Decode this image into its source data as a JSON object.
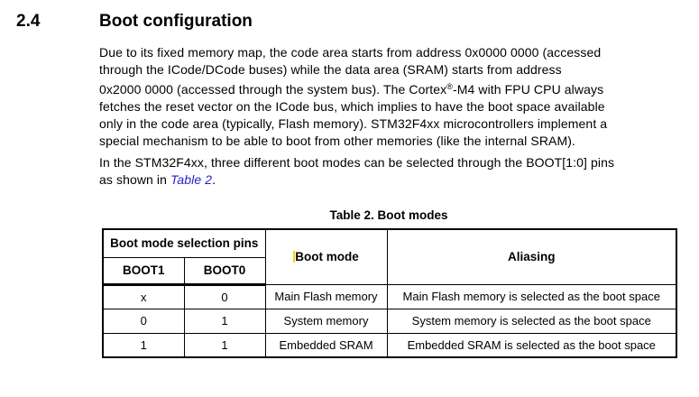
{
  "section": {
    "number": "2.4",
    "title": "Boot configuration"
  },
  "para1": {
    "line1": "Due to its fixed memory map, the code area starts from address 0x0000 0000 (accessed",
    "line2": "through the ICode/DCode buses) while the data area (SRAM) starts from address",
    "line3a": "0x2000 0000 (accessed through the system bus). The Cortex",
    "line3sup": "®",
    "line3b": "-M4 with FPU CPU always",
    "line4": "fetches the reset vector on the ICode bus, which implies to have the boot space available",
    "line5": "only in the code area (typically, Flash memory). STM32F4xx microcontrollers implement a",
    "line6": "special mechanism to be able to boot from other memories (like the internal SRAM)."
  },
  "para2": {
    "line1": "In the STM32F4xx, three different boot modes can be selected through the BOOT[1:0] pins",
    "line2a": "as shown in ",
    "line2_link": "Table 2",
    "line2b": "."
  },
  "table": {
    "caption": "Table 2. Boot modes",
    "headers": {
      "group": "Boot mode selection pins",
      "boot1": "BOOT1",
      "boot0": "BOOT0",
      "boot_mode": "Boot mode",
      "aliasing": "Aliasing"
    },
    "rows": [
      {
        "boot1": "x",
        "boot0": "0",
        "mode": "Main Flash memory",
        "aliasing": "Main Flash memory is selected as the boot space"
      },
      {
        "boot1": "0",
        "boot0": "1",
        "mode": "System memory",
        "aliasing": "System memory is selected as the boot space"
      },
      {
        "boot1": "1",
        "boot0": "1",
        "mode": "Embedded SRAM",
        "aliasing": "Embedded SRAM is selected as the boot space"
      }
    ]
  },
  "colors": {
    "link_blue": "#2222cc",
    "caret_yellow": "#ffd500",
    "text_black": "#000000",
    "background": "#ffffff"
  }
}
